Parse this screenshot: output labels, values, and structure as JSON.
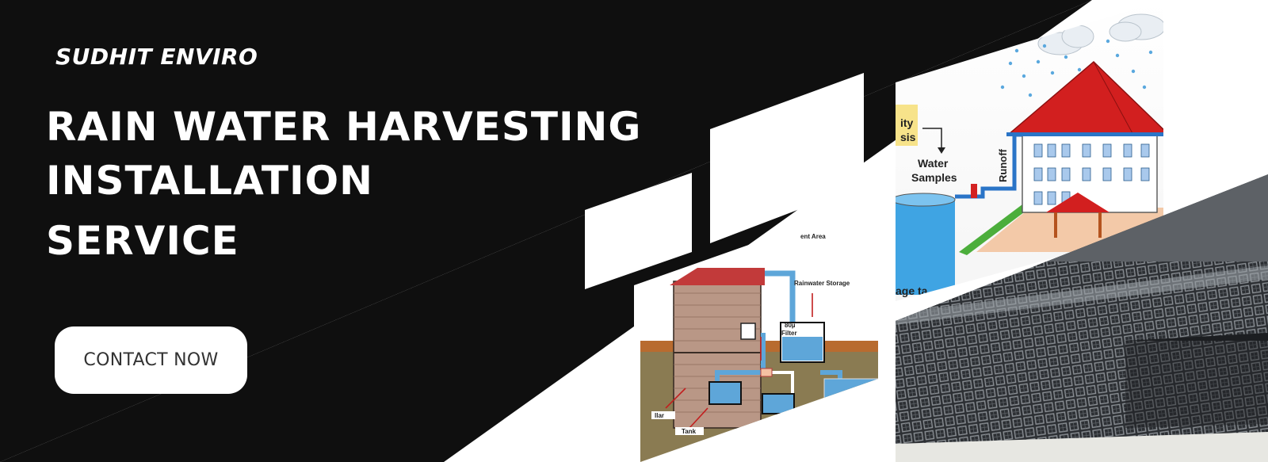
{
  "brand": "SUDHIT ENVIRO",
  "headline": {
    "line1": "RAIN WATER HARVESTING",
    "line2": "INSTALLATION",
    "line3": "SERVICE"
  },
  "cta_label": "CONTACT NOW",
  "diagram1": {
    "quality_text_line1": "ity",
    "quality_text_line2": "sis",
    "water_samples_line1": "Water",
    "water_samples_line2": "Samples",
    "runoff": "Runoff",
    "storage_tank_text": "age ta"
  },
  "diagram2": {
    "catchment_area": "ent Area",
    "rainwater_storage": "Rainwater Storage",
    "filter_line1": "80µ",
    "filter_line2": "Filter",
    "cellar_text": "llar",
    "tank_text": "Tank"
  },
  "colors": {
    "background": "#0f0f0f",
    "text": "#ffffff",
    "cta_bg": "#ffffff",
    "cta_text": "#333333",
    "roof": "#d32222",
    "water": "#4fa3d8",
    "soil": "#8a7b52"
  }
}
